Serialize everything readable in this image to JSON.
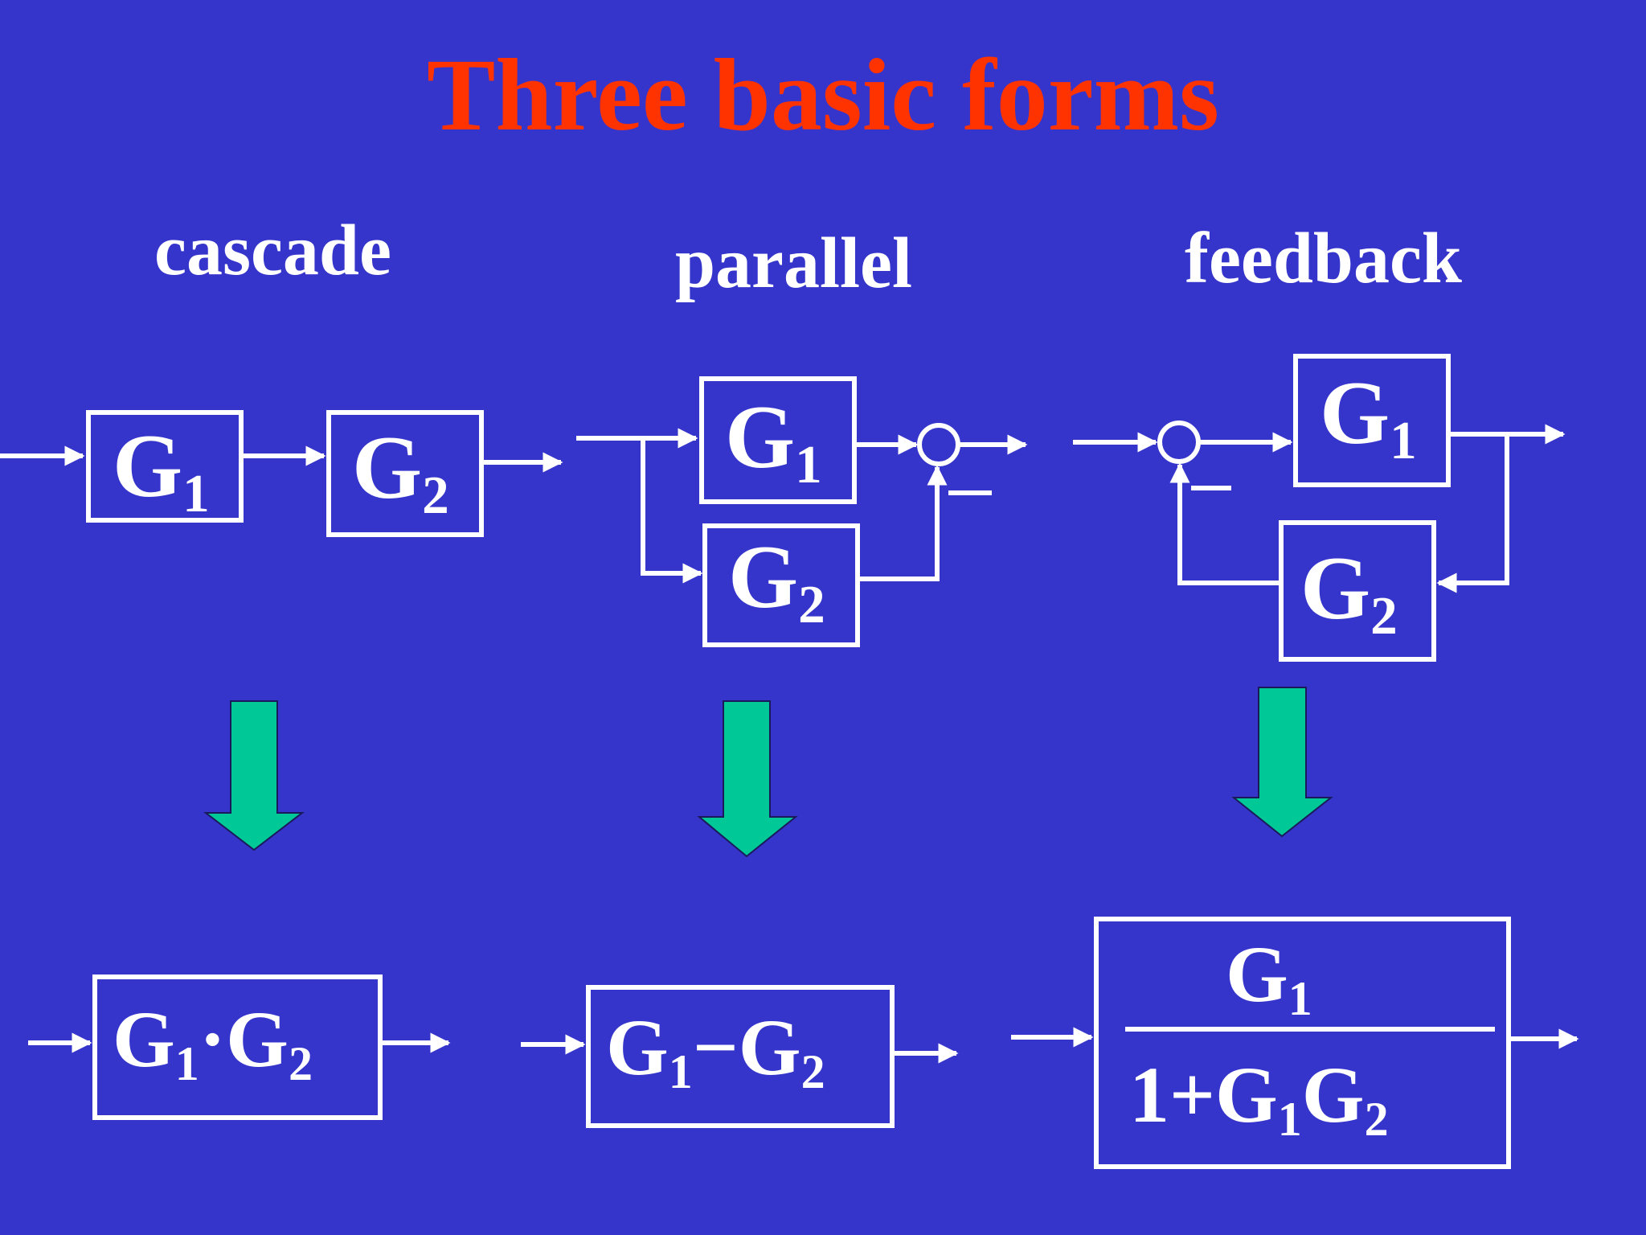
{
  "title": "Three basic forms",
  "forms": {
    "cascade": {
      "heading": "cascade",
      "block1": {
        "base": "G",
        "sub": "1"
      },
      "block2": {
        "base": "G",
        "sub": "2"
      },
      "result": {
        "a_base": "G",
        "a_sub": "1",
        "op": "·",
        "b_base": "G",
        "b_sub": "2"
      }
    },
    "parallel": {
      "heading": "parallel",
      "block1": {
        "base": "G",
        "sub": "1"
      },
      "block2": {
        "base": "G",
        "sub": "2"
      },
      "minus_sign": "—",
      "result": {
        "a_base": "G",
        "a_sub": "1",
        "op": "−",
        "b_base": "G",
        "b_sub": "2"
      }
    },
    "feedback": {
      "heading": "feedback",
      "block1": {
        "base": "G",
        "sub": "1"
      },
      "block2": {
        "base": "G",
        "sub": "2"
      },
      "minus_sign": "—",
      "result": {
        "num_base": "G",
        "num_sub": "1",
        "den_one": "1",
        "den_op": "+",
        "den_a_base": "G",
        "den_a_sub": "1",
        "den_b_base": "G",
        "den_b_sub": "2"
      }
    }
  },
  "colors": {
    "background": "#3535cc",
    "title": "#ff3300",
    "lines": "#ffffff",
    "arrow_fill": "#00c896"
  },
  "icons": [
    "down-arrow-icon"
  ]
}
